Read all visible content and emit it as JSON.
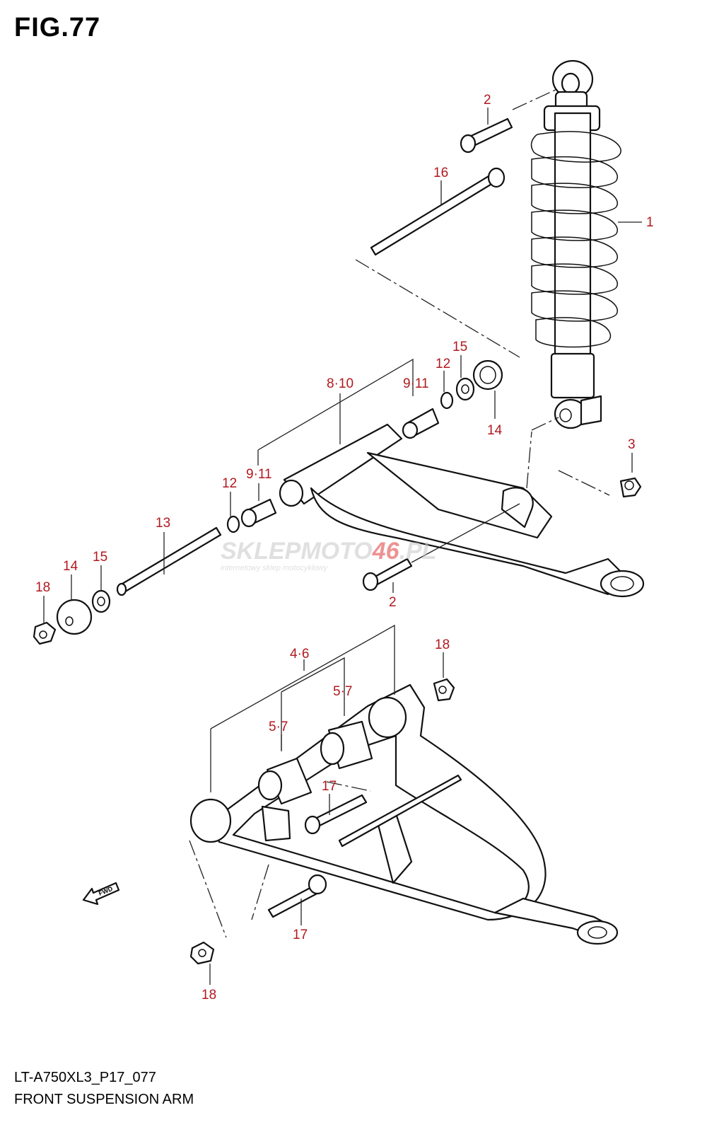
{
  "figure": {
    "title": "FIG.77",
    "footer_code": "LT-A750XL3_P17_077",
    "footer_name": "FRONT SUSPENSION ARM"
  },
  "watermark": {
    "brand_left": "SKLEPMOTO",
    "brand_num": "46",
    "brand_right": ".PL",
    "tagline": "internetowy sklep motocyklowy"
  },
  "callouts": [
    {
      "id": "c-2-top",
      "label": "2"
    },
    {
      "id": "c-16",
      "label": "16"
    },
    {
      "id": "c-1",
      "label": "1"
    },
    {
      "id": "c-15-top",
      "label": "15"
    },
    {
      "id": "c-12-top",
      "label": "12"
    },
    {
      "id": "c-9-11-top",
      "label": "9·11"
    },
    {
      "id": "c-8-10",
      "label": "8·10"
    },
    {
      "id": "c-14-top",
      "label": "14"
    },
    {
      "id": "c-3",
      "label": "3"
    },
    {
      "id": "c-12-mid",
      "label": "12"
    },
    {
      "id": "c-9-11-mid",
      "label": "9·11"
    },
    {
      "id": "c-13",
      "label": "13"
    },
    {
      "id": "c-14-left",
      "label": "14"
    },
    {
      "id": "c-15-left",
      "label": "15"
    },
    {
      "id": "c-18-left",
      "label": "18"
    },
    {
      "id": "c-2-mid",
      "label": "2"
    },
    {
      "id": "c-18-right",
      "label": "18"
    },
    {
      "id": "c-4-6",
      "label": "4·6"
    },
    {
      "id": "c-5-7-a",
      "label": "5·7"
    },
    {
      "id": "c-5-7-b",
      "label": "5·7"
    },
    {
      "id": "c-17-top",
      "label": "17"
    },
    {
      "id": "c-17-bottom",
      "label": "17"
    },
    {
      "id": "c-18-bottom",
      "label": "18"
    }
  ],
  "fwd_label": "FWD",
  "colors": {
    "callout": "#b0191f",
    "watermark_grey": "#c7c7c7",
    "watermark_red": "#e03a3a",
    "line": "#111111"
  }
}
